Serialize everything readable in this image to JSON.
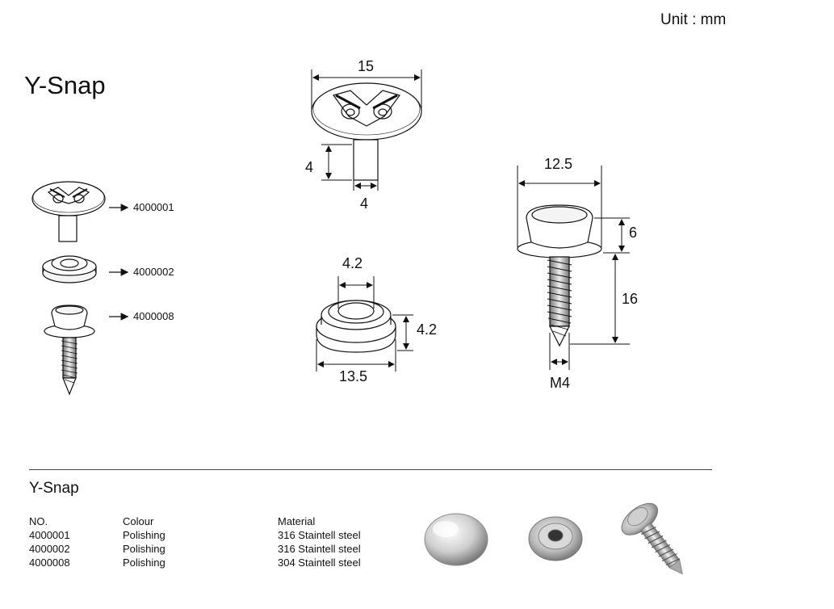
{
  "unit_label": "Unit : mm",
  "title": "Y-Snap",
  "dimensions": {
    "cap_diameter": "15",
    "cap_stem_height": "4",
    "cap_stem_width": "4",
    "socket_inner": "4.2",
    "socket_height": "4.2",
    "socket_outer": "13.5",
    "stud_diameter": "12.5",
    "stud_head_height": "6",
    "stud_screw_length": "16",
    "stud_thread": "M4"
  },
  "parts": [
    {
      "number": "4000001"
    },
    {
      "number": "4000002"
    },
    {
      "number": "4000008"
    }
  ],
  "spec": {
    "title": "Y-Snap",
    "headers": {
      "no": "NO.",
      "colour": "Colour",
      "material": "Material"
    },
    "rows": [
      {
        "no": "4000001",
        "colour": "Polishing",
        "material": "316 Staintell steel"
      },
      {
        "no": "4000002",
        "colour": "Polishing",
        "material": "316 Staintell steel"
      },
      {
        "no": "4000008",
        "colour": "Polishing",
        "material": "304 Staintell steel"
      }
    ]
  },
  "colors": {
    "line": "#111111",
    "metal_light": "#eeeeee",
    "metal_dark": "#888888"
  }
}
